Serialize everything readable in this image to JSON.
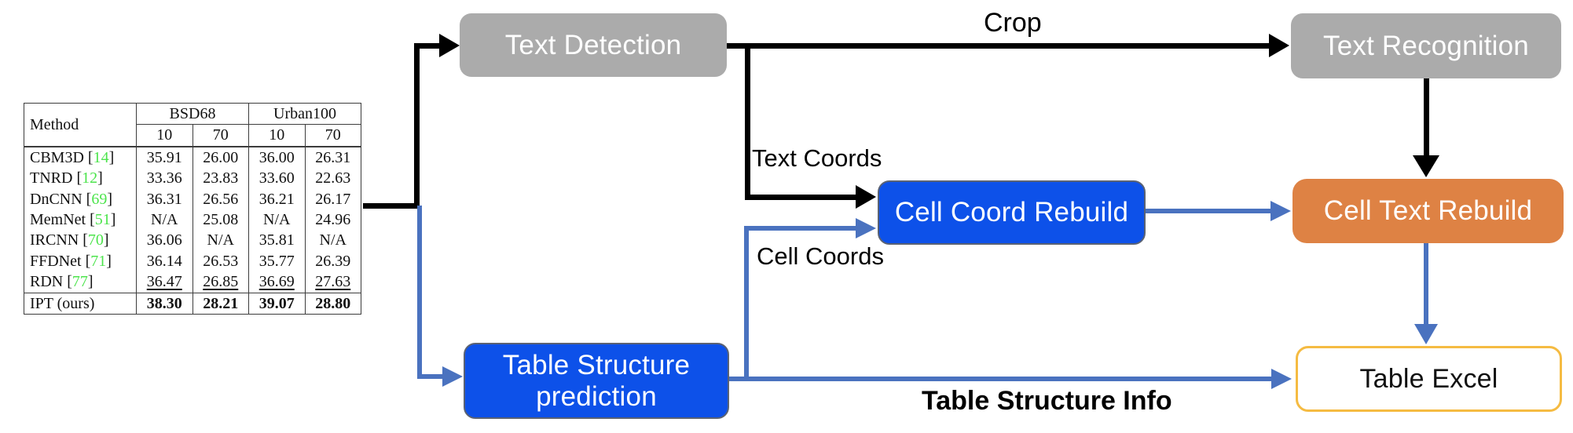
{
  "colors": {
    "box_gray": "#ababab",
    "box_blue": "#0d51e9",
    "box_orange": "#de8244",
    "excel_border": "#f5bb42",
    "arrow_blue": "#4a72bf",
    "arrow_black": "#000000",
    "citation_green": "#4ce44c"
  },
  "table": {
    "header": {
      "method": "Method",
      "groups": [
        {
          "label": "BSD68",
          "cols": [
            "10",
            "70"
          ]
        },
        {
          "label": "Urban100",
          "cols": [
            "10",
            "70"
          ]
        }
      ]
    },
    "rows": [
      {
        "method": "CBM3D",
        "cite": "14",
        "values": [
          "35.91",
          "26.00",
          "36.00",
          "26.31"
        ],
        "style": "normal"
      },
      {
        "method": "TNRD",
        "cite": "12",
        "values": [
          "33.36",
          "23.83",
          "33.60",
          "22.63"
        ],
        "style": "normal"
      },
      {
        "method": "DnCNN",
        "cite": "69",
        "values": [
          "36.31",
          "26.56",
          "36.21",
          "26.17"
        ],
        "style": "normal"
      },
      {
        "method": "MemNet",
        "cite": "51",
        "values": [
          "N/A",
          "25.08",
          "N/A",
          "24.96"
        ],
        "style": "normal"
      },
      {
        "method": "IRCNN",
        "cite": "70",
        "values": [
          "36.06",
          "N/A",
          "35.81",
          "N/A"
        ],
        "style": "normal"
      },
      {
        "method": "FFDNet",
        "cite": "71",
        "values": [
          "36.14",
          "26.53",
          "35.77",
          "26.39"
        ],
        "style": "normal"
      },
      {
        "method": "RDN",
        "cite": "77",
        "values": [
          "36.47",
          "26.85",
          "36.69",
          "27.63"
        ],
        "style": "underline"
      },
      {
        "method": "IPT (ours)",
        "cite": null,
        "values": [
          "38.30",
          "28.21",
          "39.07",
          "28.80"
        ],
        "style": "bold"
      }
    ]
  },
  "nodes": {
    "text_detection": "Text Detection",
    "text_recognition": "Text Recognition",
    "cell_coord_rebuild": "Cell Coord Rebuild",
    "cell_text_rebuild": "Cell Text Rebuild",
    "table_structure_prediction": "Table Structure prediction",
    "table_excel": "Table Excel"
  },
  "edge_labels": {
    "crop": "Crop",
    "text_coords": "Text Coords",
    "cell_coords": "Cell Coords",
    "table_structure_info": "Table Structure Info"
  }
}
